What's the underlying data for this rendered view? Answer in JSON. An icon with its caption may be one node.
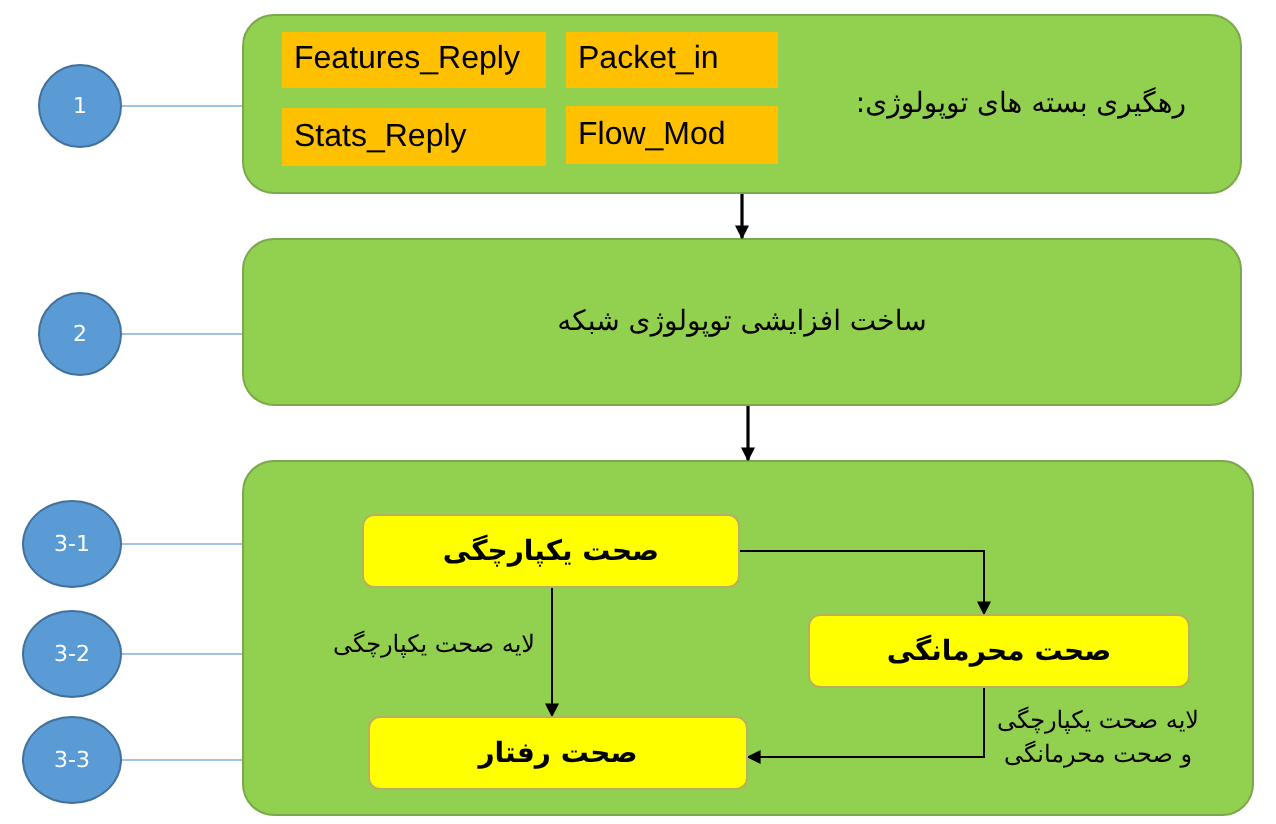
{
  "diagram": {
    "nodes": [
      {
        "text": [
          "رهگیری بسته های توپولوژی:"
        ]
      },
      {
        "text": [
          "Features_Reply"
        ],
        "in": 0
      },
      {
        "text": [
          "Packet_in"
        ],
        "in": 0
      },
      {
        "text": [
          "Stats_Reply"
        ],
        "in": 0
      },
      {
        "text": [
          "Flow_Mod"
        ],
        "in": 0
      },
      {
        "text": [
          "ساخت افزایشی توپولوژی شبکه"
        ]
      },
      {
        "text": [],
        "shape": "box"
      },
      {
        "text": [
          "صحت یکپارچگی"
        ],
        "in": 6
      },
      {
        "text": [
          "صحت محرمانگی"
        ],
        "in": 6
      },
      {
        "text": [
          "صحت رفتار"
        ],
        "in": 6
      },
      {
        "text": [
          "1"
        ]
      },
      {
        "text": [
          "2"
        ]
      },
      {
        "text": [
          "3-1"
        ]
      },
      {
        "text": [
          "3-2"
        ]
      },
      {
        "text": [
          "3-3"
        ]
      }
    ],
    "edges": [
      {
        "from": 0,
        "to": 5,
        "arrow": "to"
      },
      {
        "from": 5,
        "to": 6,
        "arrow": "to"
      },
      {
        "from": 7,
        "to": 9,
        "arrow": "to",
        "label": "لایه صحت یکپارچگی"
      },
      {
        "from": 7,
        "to": 8,
        "arrow": "to"
      },
      {
        "from": 8,
        "to": 9,
        "arrow": "to",
        "label": "لایه صحت یکپارچگی و صحت محرمانگی"
      },
      {
        "from": 10,
        "to": 0,
        "arrow": "none",
        "color": "#9dc3e6"
      },
      {
        "from": 11,
        "to": 5,
        "arrow": "none",
        "color": "#9dc3e6"
      },
      {
        "from": 12,
        "to": 6,
        "arrow": "none",
        "color": "#9dc3e6"
      },
      {
        "from": 13,
        "to": 6,
        "arrow": "none",
        "color": "#9dc3e6"
      },
      {
        "from": 14,
        "to": 6,
        "arrow": "none",
        "color": "#9dc3e6"
      }
    ]
  }
}
